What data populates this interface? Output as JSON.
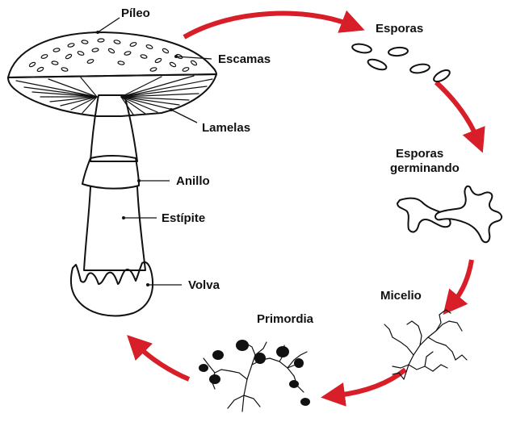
{
  "colors": {
    "arrow": "#d81e28",
    "ink": "#111111"
  },
  "mushroom_labels": {
    "pileo": "Píleo",
    "escamas": "Escamas",
    "lamelas": "Lamelas",
    "anillo": "Anillo",
    "estipite": "Estípite",
    "volva": "Volva"
  },
  "cycle_labels": {
    "esporas": "Esporas",
    "germinando_line1": "Esporas",
    "germinando_line2": "germinando",
    "micelio": "Micelio",
    "primordia": "Primordia"
  }
}
